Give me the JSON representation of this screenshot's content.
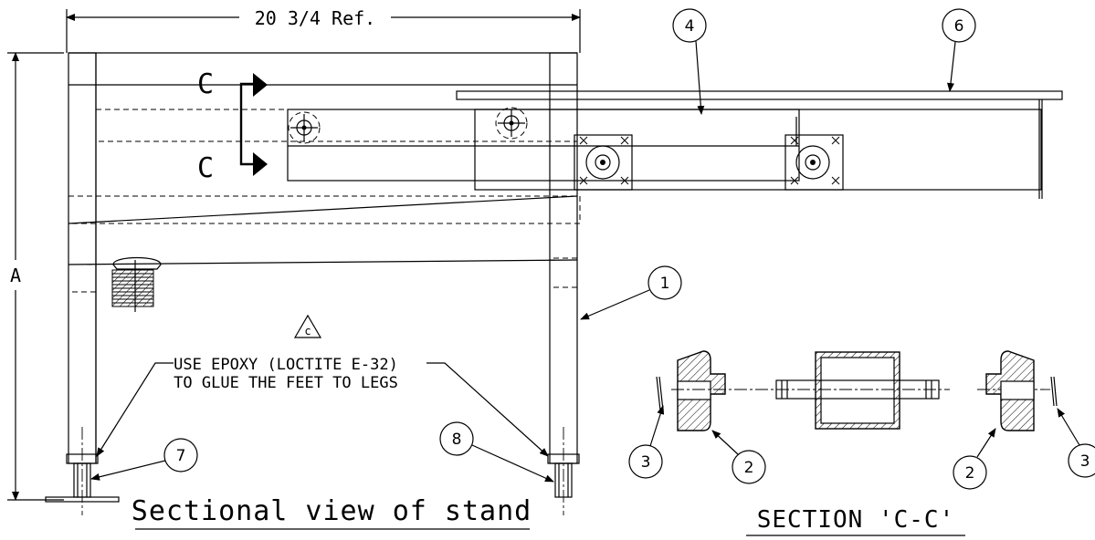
{
  "dimensions": {
    "width_label": "20 3/4 Ref.",
    "height_label": "A"
  },
  "section_marks": {
    "top_letter": "C",
    "bottom_letter": "C"
  },
  "balloons": [
    "4",
    "6",
    "1",
    "7",
    "8",
    "3",
    "2",
    "2",
    "3"
  ],
  "note": {
    "flag": "c",
    "line1": "USE EPOXY (LOCTITE E-32)",
    "line2": "TO GLUE THE FEET TO LEGS"
  },
  "titles": {
    "sectional_view": "Sectional view of stand",
    "section": "SECTION 'C-C'"
  }
}
